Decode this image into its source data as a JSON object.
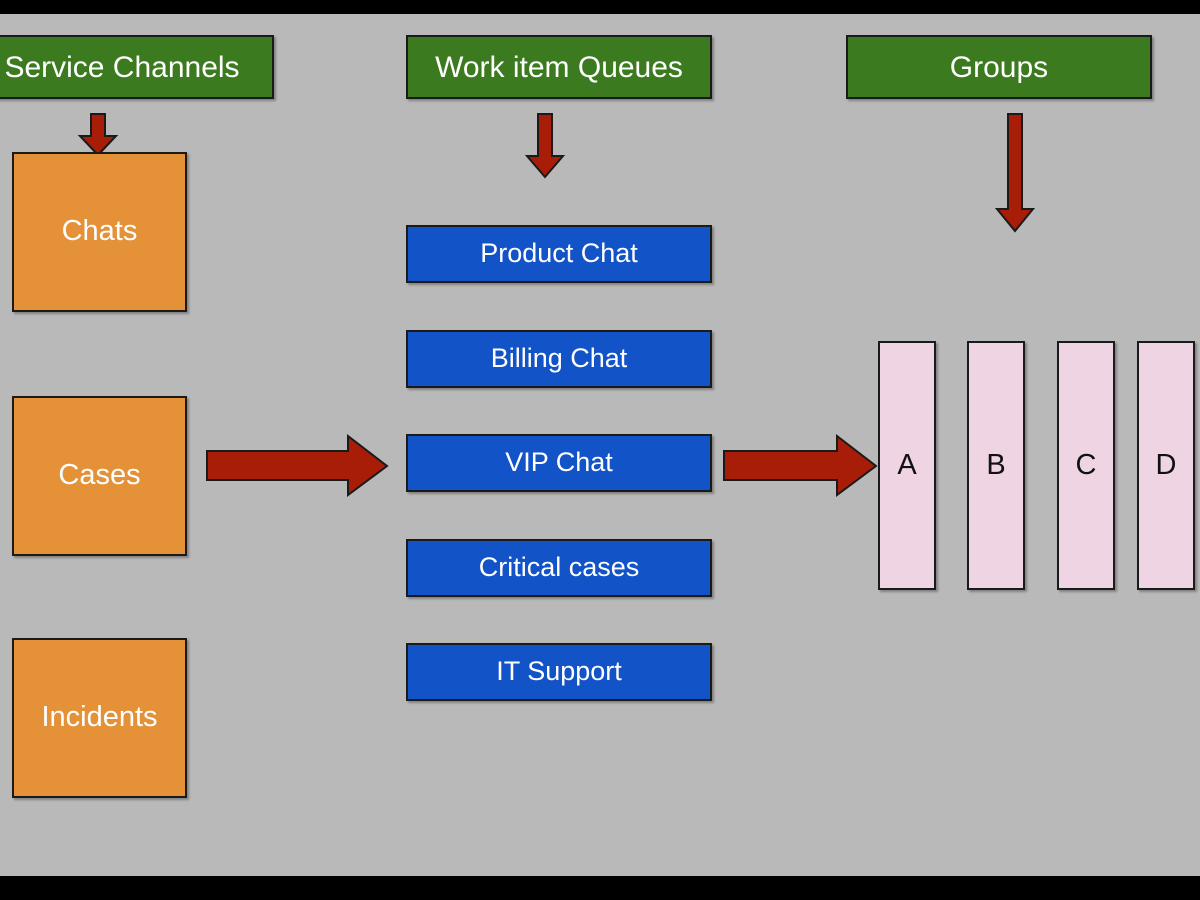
{
  "diagram": {
    "title_columns": [
      {
        "label": "Service Channels"
      },
      {
        "label": "Work item Queues"
      },
      {
        "label": "Groups"
      }
    ],
    "service_channels": [
      {
        "label": "Chats"
      },
      {
        "label": "Cases"
      },
      {
        "label": "Incidents"
      }
    ],
    "work_item_queues": [
      {
        "label": "Product Chat"
      },
      {
        "label": "Billing Chat"
      },
      {
        "label": "VIP Chat"
      },
      {
        "label": "Critical cases"
      },
      {
        "label": "IT Support"
      }
    ],
    "groups": [
      {
        "label": "A"
      },
      {
        "label": "B"
      },
      {
        "label": "C"
      },
      {
        "label": "D"
      }
    ],
    "connectors": [
      {
        "name": "service-channels-down-arrow",
        "direction": "down"
      },
      {
        "name": "work-item-queues-down-arrow",
        "direction": "down"
      },
      {
        "name": "groups-down-arrow",
        "direction": "down"
      },
      {
        "name": "channels-to-queues-arrow",
        "direction": "right"
      },
      {
        "name": "queues-to-groups-arrow",
        "direction": "right"
      }
    ],
    "colors": {
      "background": "#B9B9B9",
      "letterbox": "#000000",
      "header": "#3B7A1E",
      "channel": "#E59138",
      "queue": "#1253C8",
      "group": "#EFD5E3",
      "arrow": "#A81D08",
      "outline": "#1A1A1A",
      "header_text": "#FFFFFF",
      "group_text": "#111111"
    }
  }
}
